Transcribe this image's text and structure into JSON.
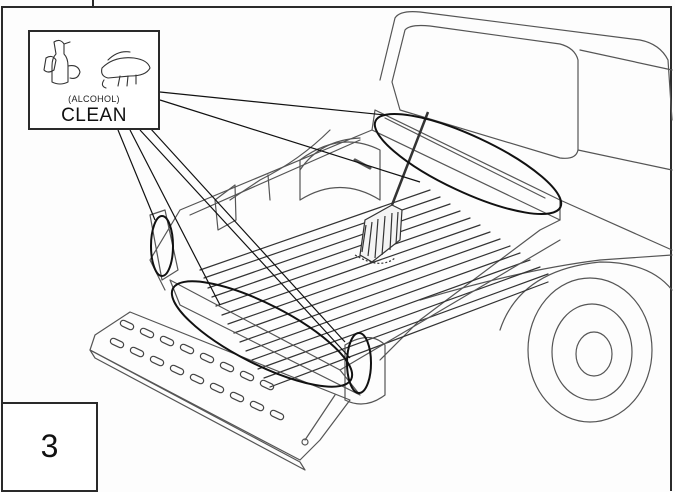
{
  "callout": {
    "sub_label": "(ALCOHOL)",
    "main_label": "CLEAN",
    "icons": [
      "spray-bottle-icon",
      "wiping-hand-icon"
    ]
  },
  "step": {
    "number": "3"
  },
  "illustration": {
    "subject": "truck-bed-cleaning",
    "highlighted_areas": [
      "bed-front-rail",
      "left-side-rail",
      "bed-floor-rear-edge",
      "right-side-rail"
    ]
  }
}
